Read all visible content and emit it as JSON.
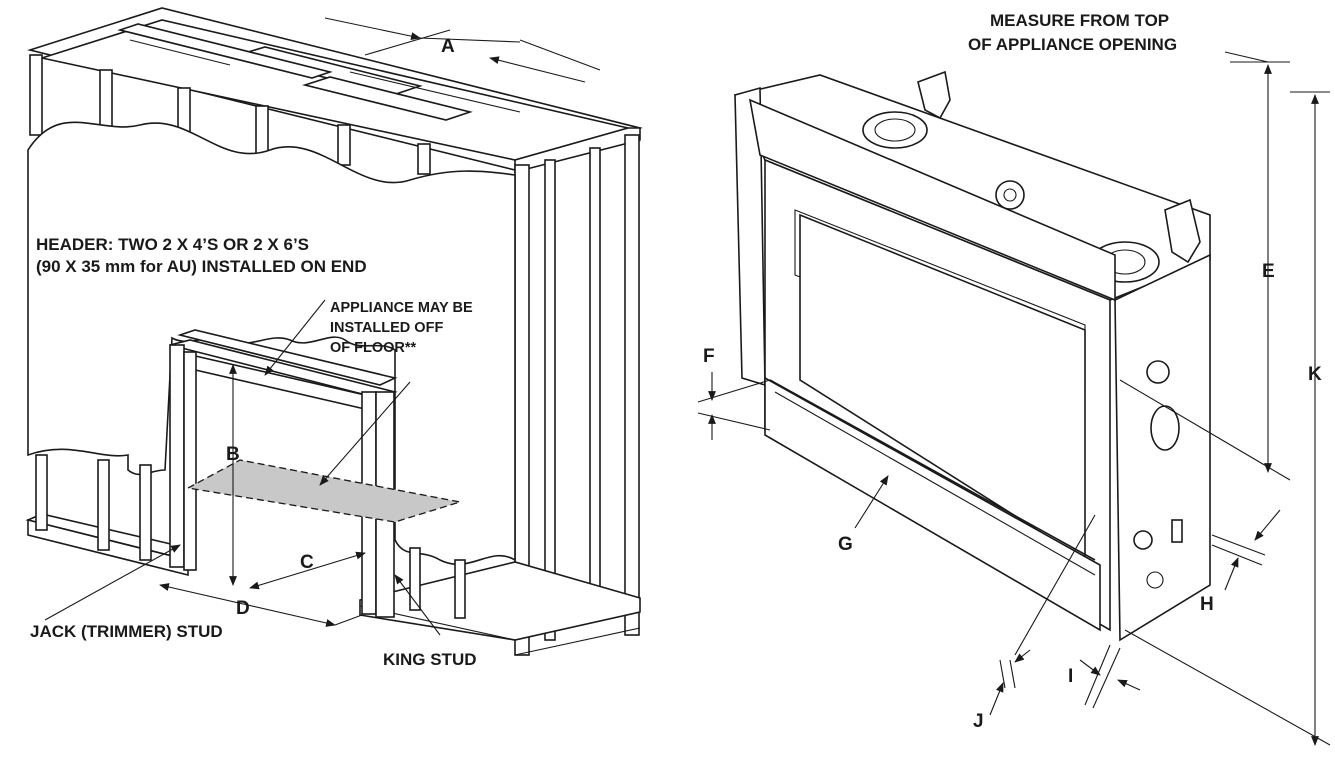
{
  "labels": {
    "a": "A",
    "b": "B",
    "c": "C",
    "d": "D",
    "e": "E",
    "f": "F",
    "g": "G",
    "h": "H",
    "i": "I",
    "j": "J",
    "k": "K"
  },
  "callouts": {
    "header_line1": "HEADER: TWO 2 X 4’S OR 2 X 6’S",
    "header_line2": "(90 X 35 mm for AU) INSTALLED ON END",
    "appliance_line1": "APPLIANCE MAY BE",
    "appliance_line2": "INSTALLED OFF",
    "appliance_line3": "OF FLOOR**",
    "jack_stud": "JACK (TRIMMER) STUD",
    "king_stud": "KING STUD",
    "measure_line1": "MEASURE FROM TOP",
    "measure_line2": "OF APPLIANCE OPENING"
  },
  "colors": {
    "line": "#1a1a1a",
    "floor_area": "#c8c8c8",
    "background": "#ffffff"
  }
}
